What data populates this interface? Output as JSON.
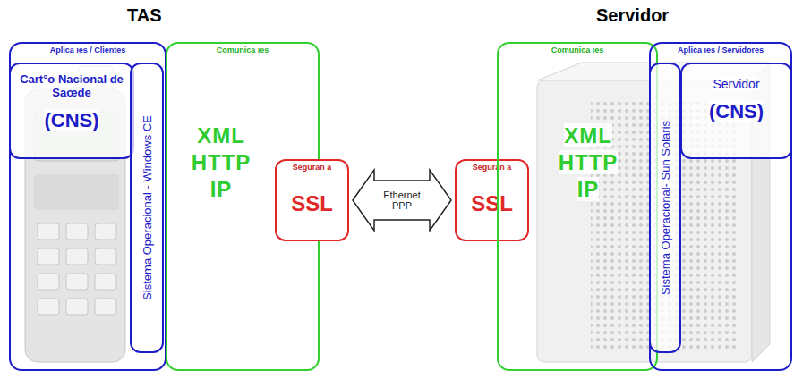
{
  "diagram": {
    "nodes": [
      {
        "text": [
          "Aplica ıes / Clientes"
        ]
      },
      {
        "text": [
          "Cart°o Nacional de Saœde",
          "(CNS)"
        ],
        "in": 0
      },
      {
        "text": [
          "Sistema Operacional - Windows CE"
        ],
        "in": 0
      },
      {
        "text": [
          "Comunica ıes",
          "XML HTTP IP"
        ]
      },
      {
        "text": [
          "Seguran a",
          "SSL"
        ]
      },
      {
        "text": [
          "Seguran a",
          "SSL"
        ]
      },
      {
        "text": [
          "Comunica ıes",
          "XML HTTP IP"
        ]
      },
      {
        "text": [
          "Aplica ıes / Servidores"
        ]
      },
      {
        "text": [
          "Sistema Operacional- Sun Solaris"
        ],
        "in": 7
      },
      {
        "text": [
          "Servidor",
          "(CNS)"
        ],
        "in": 7
      }
    ],
    "edges": [
      {
        "from": 4,
        "to": 5,
        "label": "Ethernet PPP",
        "arrow": "both"
      }
    ],
    "labels": [
      "TAS",
      "Servidor"
    ]
  }
}
